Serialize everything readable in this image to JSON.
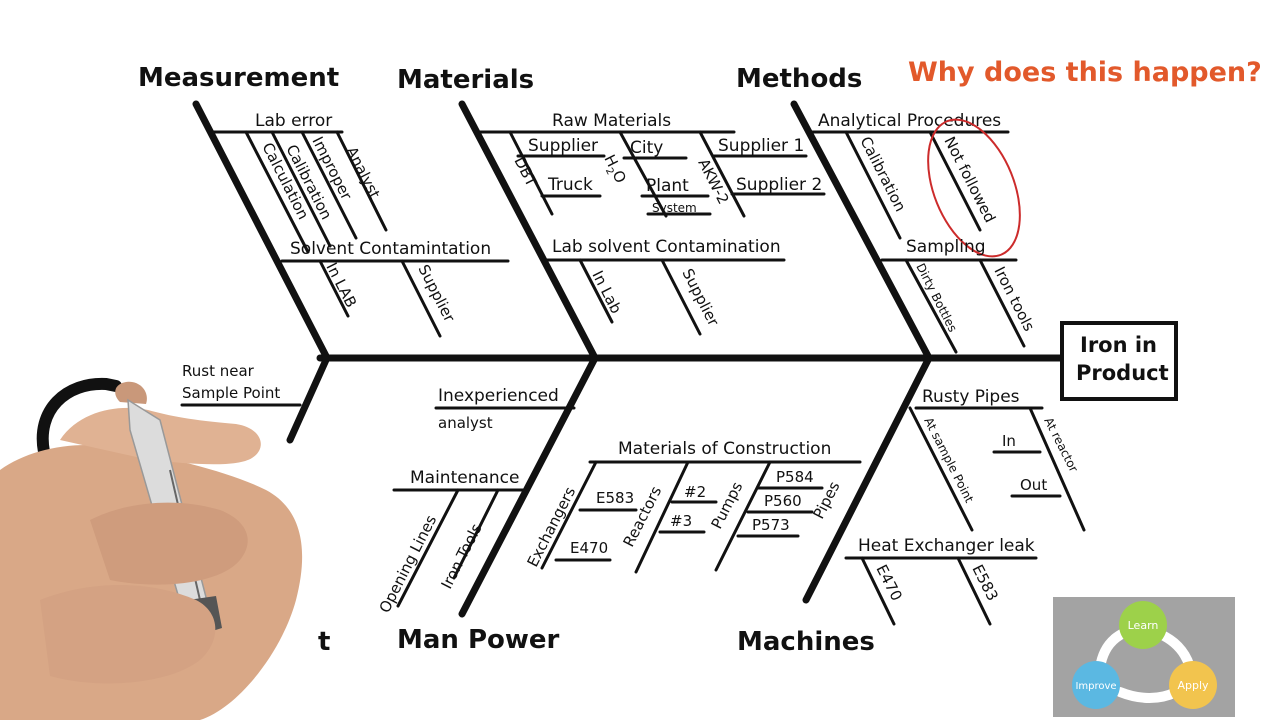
{
  "question": "Why does this happen?",
  "colors": {
    "question": "#e2592b",
    "annotation_circle": "#cc2b2b",
    "learn": "#9dd14a",
    "improve": "#5bb8e2",
    "apply": "#f2c44e",
    "logo_bg": "#a3a3a3"
  },
  "effect": {
    "line1": "Iron in",
    "line2": "Product"
  },
  "categories": {
    "measurement": "Measurement",
    "materials": "Materials",
    "methods": "Methods",
    "man_power": "Man Power",
    "machines": "Machines",
    "partial": "t"
  },
  "measurement": {
    "lab_error": "Lab error",
    "analyst": "Analyst",
    "improper": "Improper",
    "calibration": "Calibration",
    "calculation": "Calculation",
    "solvent": "Solvent Contamintation",
    "in_lab": "In LAB",
    "supplier": "Supplier"
  },
  "materials": {
    "raw": "Raw Materials",
    "supplier": "Supplier",
    "city": "City",
    "supplier1": "Supplier 1",
    "dbt": "DBT",
    "truck": "Truck",
    "h2o": "H",
    "h2o_sub": "2",
    "h2o_o": "O",
    "plant": "Plant",
    "system": "System",
    "akw": "AKW-2",
    "supplier2": "Supplier 2",
    "lab_solvent": "Lab solvent Contamination",
    "in_lab": "In Lab",
    "supplier_b": "Supplier"
  },
  "methods": {
    "analytical": "Analytical Procedures",
    "calibration": "Calibration",
    "not_followed": "Not followed",
    "sampling": "Sampling",
    "dirty_bottles": "Dirty Bottles",
    "iron_tools": "Iron tools"
  },
  "left_partial": {
    "line1": "Rust near",
    "line2": "Sample Point"
  },
  "man_power": {
    "inexperienced_1": "Inexperienced",
    "inexperienced_2": "analyst",
    "maintenance": "Maintenance",
    "opening_lines": "Opening Lines",
    "iron_tools": "Iron Tools"
  },
  "machines": {
    "moc": "Materials of Construction",
    "exchangers": "Exchangers",
    "e583": "E583",
    "e470": "E470",
    "reactors": "Reactors",
    "r2": "#2",
    "r3": "#3",
    "pumps": "Pumps",
    "p584": "P584",
    "p560": "P560",
    "p573": "P573",
    "pipes": "Pipes",
    "rusty_pipes": "Rusty Pipes",
    "at_sample": "At sample Point",
    "in": "In",
    "out": "Out",
    "at_reactor": "At reactor",
    "hx_leak": "Heat Exchanger leak",
    "hx_e470": "E470",
    "hx_e583": "E583"
  },
  "logo": {
    "learn": "Learn",
    "improve": "Improve",
    "apply": "Apply"
  }
}
